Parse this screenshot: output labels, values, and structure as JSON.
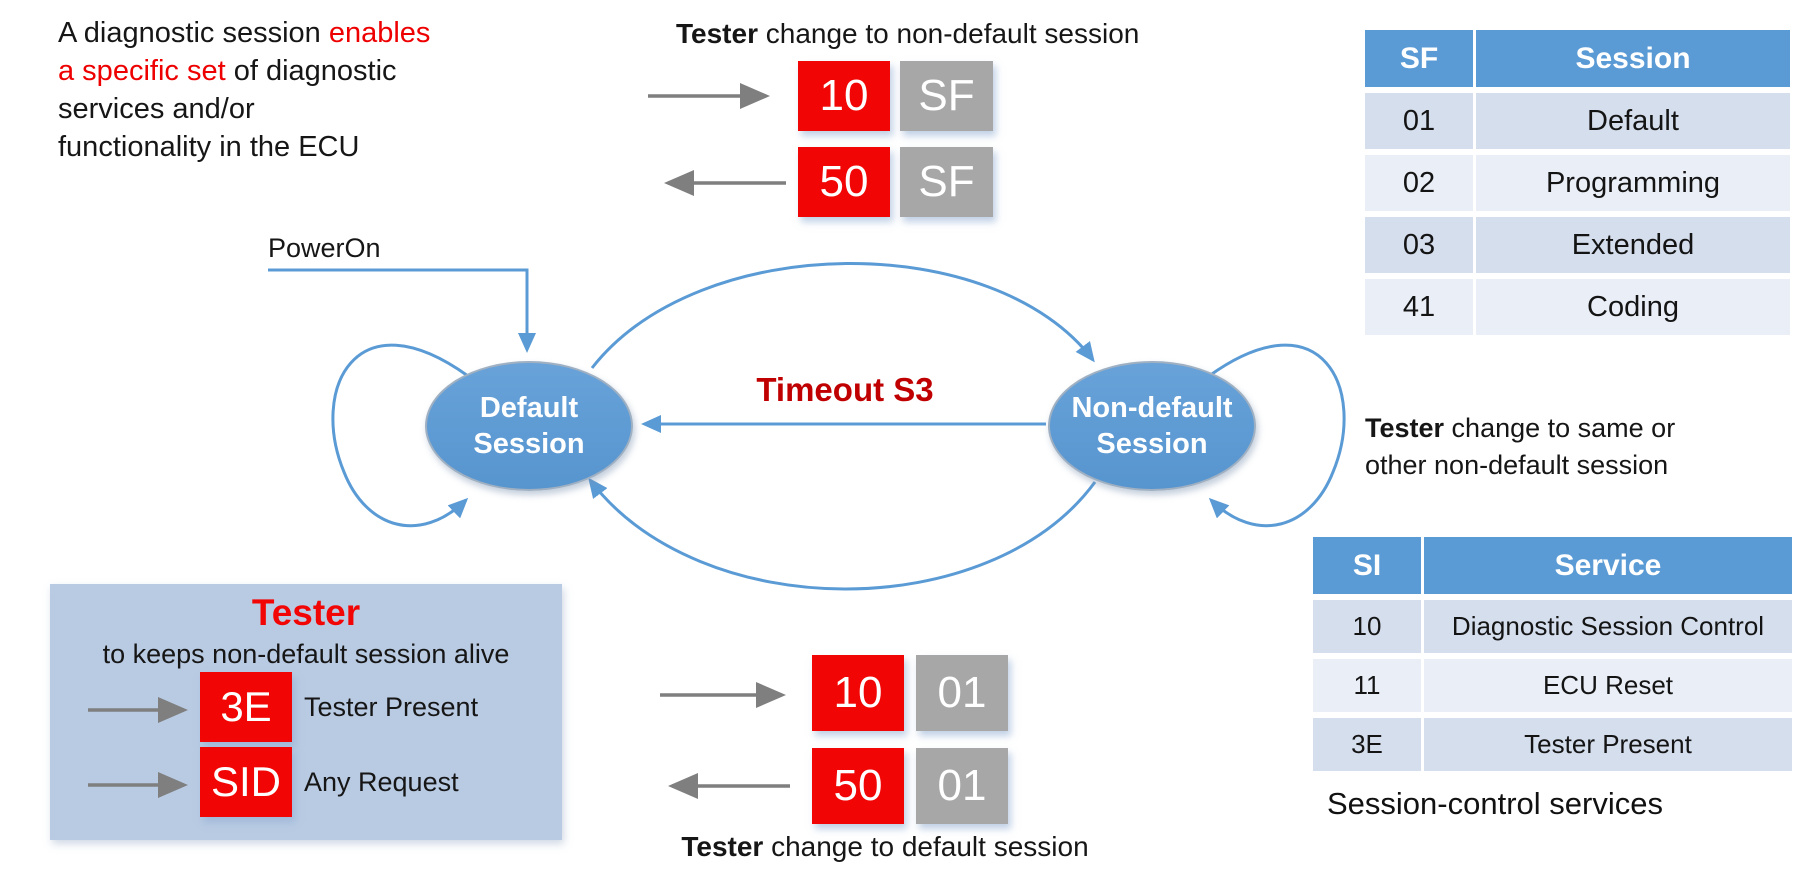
{
  "colors": {
    "accent_blue": "#5B9BD5",
    "box_red": "#F20505",
    "dark_red": "#C00000",
    "box_gray": "#A7A7A7",
    "arrow_gray": "#7F7F7F",
    "panel_blue": "#B9CBE3",
    "row_dark": "#D5DEED",
    "row_light": "#EAEEF6"
  },
  "intro": {
    "l1a": "A diagnostic session ",
    "l1b": "enables",
    "l2a": "a specific set",
    "l2b": " of diagnostic",
    "l3": "services and/or",
    "l4": "functionality in the ECU"
  },
  "power_on_label": "PowerOn",
  "timeout_label": "Timeout S3",
  "states": {
    "default_line1": "Default",
    "default_line2": "Session",
    "nondefault_line1": "Non-default",
    "nondefault_line2": "Session"
  },
  "right_note": {
    "bold": "Tester",
    "line1_rest": " change to same or",
    "line2": "other non-default session"
  },
  "top_transition": {
    "bold": "Tester",
    "rest": " change to non-default session",
    "request_code": "10",
    "request_param": "SF",
    "response_code": "50",
    "response_param": "SF"
  },
  "bottom_transition": {
    "bold": "Tester",
    "rest": " change to default session",
    "request_code": "10",
    "request_param": "01",
    "response_code": "50",
    "response_param": "01"
  },
  "tester_panel": {
    "title": "Tester",
    "subtitle": "to keeps non-default session alive",
    "rows": [
      {
        "code": "3E",
        "label": "Tester Present"
      },
      {
        "code": "SID",
        "label": "Any Request"
      }
    ]
  },
  "session_table": {
    "headers": [
      "SF",
      "Session"
    ],
    "rows": [
      [
        "01",
        "Default"
      ],
      [
        "02",
        "Programming"
      ],
      [
        "03",
        "Extended"
      ],
      [
        "41",
        "Coding"
      ]
    ]
  },
  "service_table": {
    "headers": [
      "SI",
      "Service"
    ],
    "rows": [
      [
        "10",
        "Diagnostic Session Control"
      ],
      [
        "11",
        "ECU Reset"
      ],
      [
        "3E",
        "Tester Present"
      ]
    ],
    "caption": "Session-control services"
  }
}
